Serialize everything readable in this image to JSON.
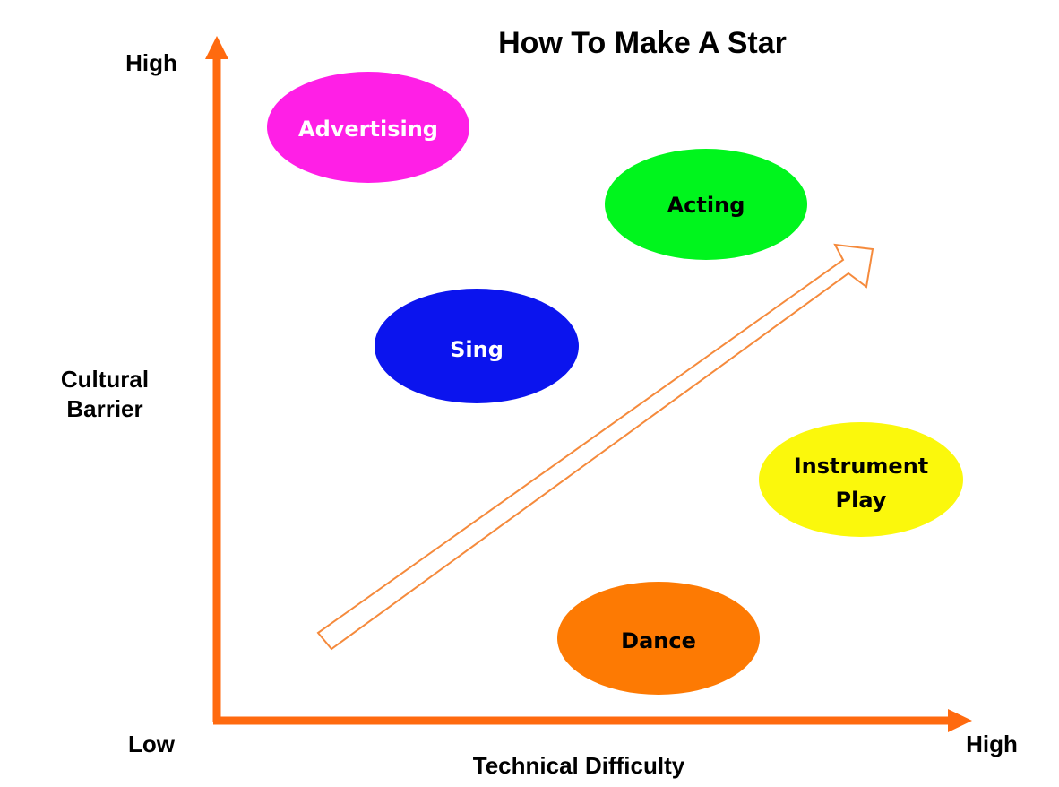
{
  "title": "How To Make A Star",
  "y_axis": {
    "label_line1": "Cultural",
    "label_line2": "Barrier",
    "high_label": "High"
  },
  "x_axis": {
    "label": "Technical Difficulty",
    "low_label": "Low",
    "high_label": "High"
  },
  "colors": {
    "axis": "#ff6a0f",
    "trend_arrow_stroke": "#f58a3c"
  },
  "bubbles": [
    {
      "id": "advertising",
      "line1": "Advertising",
      "line2": "",
      "fill": "#ff1fe6",
      "text_color": "#ffffff"
    },
    {
      "id": "acting",
      "line1": "Acting",
      "line2": "",
      "fill": "#00f51d",
      "text_color": "#000000"
    },
    {
      "id": "sing",
      "line1": "Sing",
      "line2": "",
      "fill": "#0b14ee",
      "text_color": "#ffffff"
    },
    {
      "id": "instrument-play",
      "line1": "Instrument",
      "line2": "Play",
      "fill": "#fbf80c",
      "text_color": "#000000"
    },
    {
      "id": "dance",
      "line1": "Dance",
      "line2": "",
      "fill": "#fd7a03",
      "text_color": "#000000"
    }
  ]
}
